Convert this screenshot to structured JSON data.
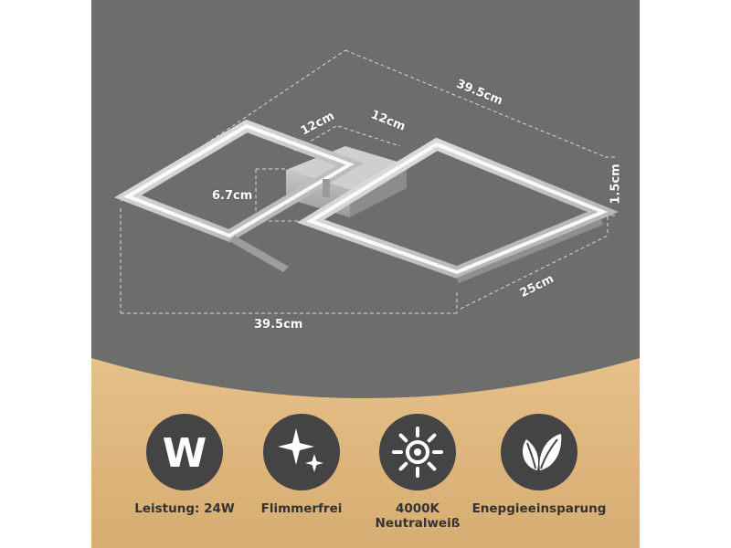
{
  "dimensions": {
    "top_width": "39.5cm",
    "depth_left": "12cm",
    "depth_right": "12cm",
    "height_box": "6.7cm",
    "thickness": "1.5cm",
    "side": "25cm",
    "bottom_width": "39.5cm"
  },
  "features": [
    {
      "icon": "w-letter-icon",
      "label": "Leistung: 24W"
    },
    {
      "icon": "sparkle-icon",
      "label": "Flimmerfrei"
    },
    {
      "icon": "sun-icon",
      "label": "4000K\nNeutralweiß"
    },
    {
      "icon": "leaf-icon",
      "label": "Enepgieeinsparung"
    }
  ],
  "colors": {
    "background_gray": "#6d6d6b",
    "background_warm": "#dfb980",
    "badge": "#444444",
    "label_text": "#333333"
  }
}
